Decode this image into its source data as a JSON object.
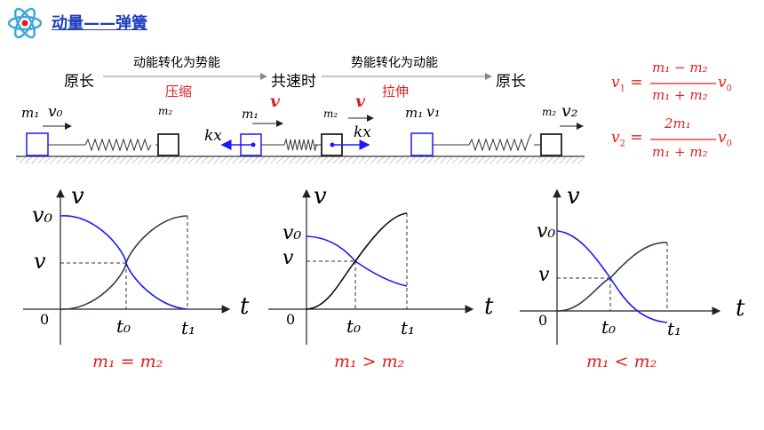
{
  "header": {
    "title": "动量——弹簧",
    "logo_icon": "atom-icon"
  },
  "process": {
    "stage_original_1": "原长",
    "stage_common_speed": "共速时",
    "stage_original_2": "原长",
    "arrow1_label": "动能转化为势能",
    "arrow2_label": "势能转化为动能",
    "state1": "压缩",
    "state2": "拉伸"
  },
  "formulas": {
    "v1": {
      "lhs": "v",
      "lhs_sub": "1",
      "num": "m₁ − m₂",
      "den": "m₁ + m₂",
      "tail": "v",
      "tail_sub": "0"
    },
    "v2": {
      "lhs": "v",
      "lhs_sub": "2",
      "num": "2m₁",
      "den": "m₁ + m₂",
      "tail": "v",
      "tail_sub": "0"
    }
  },
  "scene_labels": {
    "m1": "m₁",
    "m2": "m₂",
    "v0": "v₀",
    "v": "v",
    "v1": "v₁",
    "v2": "v₂",
    "kx": "kx"
  },
  "graphs": [
    {
      "y_axis": "v",
      "x_axis": "t",
      "v0": "v₀",
      "v": "v",
      "origin": "0",
      "t0": "t₀",
      "t1": "t₁",
      "caption": "m₁ = m₂"
    },
    {
      "y_axis": "v",
      "x_axis": "t",
      "v0": "v₀",
      "v": "v",
      "origin": "0",
      "t0": "t₀",
      "t1": "t₁",
      "caption": "m₁ > m₂"
    },
    {
      "y_axis": "v",
      "x_axis": "t",
      "v0": "v₀",
      "v": "v",
      "origin": "0",
      "t0": "t₀",
      "t1": "t₁",
      "caption": "m₁ < m₂"
    }
  ],
  "colors": {
    "title": "#1f3fbf",
    "red": "#e02020",
    "blue": "#1a1aff",
    "dark": "#2f3a55"
  }
}
